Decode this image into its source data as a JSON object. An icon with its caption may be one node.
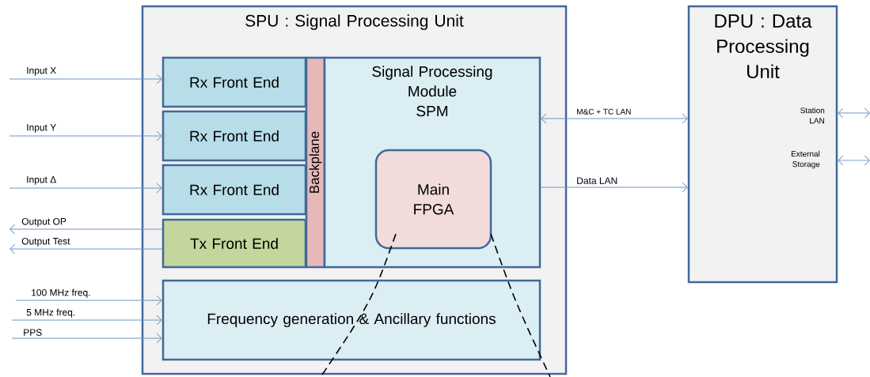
{
  "diagram": {
    "nodes": [
      {
        "text": [
          "SPU : Signal Processing Unit"
        ]
      },
      {
        "text": [
          "Rx Front End"
        ],
        "in": 0
      },
      {
        "text": [
          "Rx Front End"
        ],
        "in": 0
      },
      {
        "text": [
          "Rx Front End"
        ],
        "in": 0
      },
      {
        "text": [
          "Tx Front End"
        ],
        "in": 0
      },
      {
        "text": [
          "Backplane"
        ],
        "in": 0
      },
      {
        "text": [
          "Signal Processing Module",
          "SPM"
        ],
        "in": 0
      },
      {
        "text": [
          "Main FPGA"
        ],
        "in": 6
      },
      {
        "text": [
          "Frequency generation & Ancillary functions"
        ],
        "in": 0
      },
      {
        "text": [
          "DPU : Data Processing Unit"
        ]
      }
    ],
    "edges": [
      {
        "from": null,
        "to": 1,
        "arrow": "to",
        "label": "Input X"
      },
      {
        "from": null,
        "to": 2,
        "arrow": "to",
        "label": "Input  Y"
      },
      {
        "from": null,
        "to": 3,
        "arrow": "to",
        "label": "Input Δ"
      },
      {
        "from": 4,
        "to": null,
        "arrow": "to",
        "label": "Output OP"
      },
      {
        "from": 4,
        "to": null,
        "arrow": "to",
        "label": "Output Test"
      },
      {
        "from": null,
        "to": 8,
        "arrow": "to",
        "label": "100 MHz freq."
      },
      {
        "from": null,
        "to": 8,
        "arrow": "to",
        "label": "5 MHz freq."
      },
      {
        "from": null,
        "to": 8,
        "arrow": "to",
        "label": "PPS"
      },
      {
        "from": 6,
        "to": 9,
        "arrow": "both",
        "label": "M&C + TC LAN"
      },
      {
        "from": 6,
        "to": 9,
        "arrow": "to",
        "label": "Data LAN"
      },
      {
        "from": 9,
        "to": null,
        "arrow": "both",
        "label": "Station LAN"
      },
      {
        "from": 9,
        "to": null,
        "arrow": "both",
        "label": "External Storage"
      }
    ]
  }
}
